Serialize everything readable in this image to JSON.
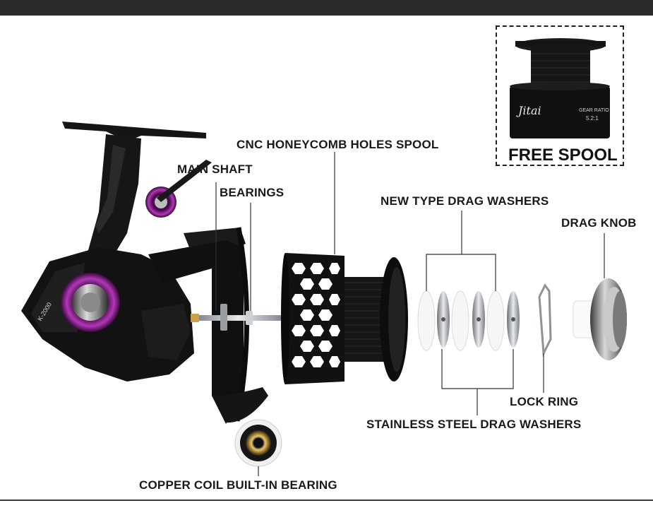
{
  "labels": {
    "cnc_spool": "CNC HONEYCOMB HOLES SPOOL",
    "main_shaft": "MAIN SHAFT",
    "bearings": "BEARINGS",
    "new_drag_washers": "NEW TYPE DRAG WASHERS",
    "drag_knob": "DRAG  KNOB",
    "lock_ring": "LOCK RING",
    "stainless_washers": "STAINLESS STEEL  DRAG WASHERS",
    "copper_bearing": "COPPER COIL BUILT-IN BEARING"
  },
  "free_spool": {
    "label": "FREE SPOOL",
    "brand": "Jitai",
    "gear_ratio_label": "GEAR RATIO",
    "gear_ratio_value": "5.2:1"
  },
  "reel": {
    "model": "K-2000"
  },
  "colors": {
    "reel_body": "#141414",
    "accent_purple": "#8a1e8c",
    "washer_felt": "#f4f4f4",
    "washer_steel": "#b9bcc0",
    "knob_chrome": "#9a9a9a",
    "brass": "#c9a24a"
  }
}
